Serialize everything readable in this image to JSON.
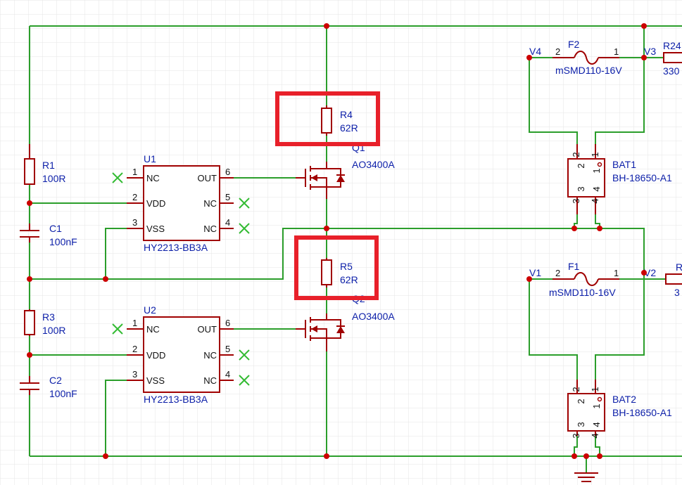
{
  "colors": {
    "wire": "#2b9e2b",
    "component": "#a00000",
    "junction": "#cc0000",
    "label": "#0b1ea8",
    "highlight": "#e8202a",
    "grid": "#e6e6e6"
  },
  "resistors": [
    {
      "ref": "R1",
      "value": "100R"
    },
    {
      "ref": "R3",
      "value": "100R"
    },
    {
      "ref": "R4",
      "value": "62R"
    },
    {
      "ref": "R5",
      "value": "62R"
    },
    {
      "ref": "R24",
      "value": "330"
    },
    {
      "ref": "R",
      "value": "3"
    }
  ],
  "capacitors": [
    {
      "ref": "C1",
      "value": "100nF"
    },
    {
      "ref": "C2",
      "value": "100nF"
    }
  ],
  "ics": [
    {
      "ref": "U1",
      "value": "HY2213-BB3A",
      "pins": {
        "nc1": "NC",
        "vdd": "VDD",
        "vss": "VSS",
        "out": "OUT",
        "nc5": "NC",
        "nc4": "NC"
      },
      "pin_numbers": {
        "p1": "1",
        "p2": "2",
        "p3": "3",
        "p4": "4",
        "p5": "5",
        "p6": "6"
      }
    },
    {
      "ref": "U2",
      "value": "HY2213-BB3A",
      "pins": {
        "nc1": "NC",
        "vdd": "VDD",
        "vss": "VSS",
        "out": "OUT",
        "nc5": "NC",
        "nc4": "NC"
      },
      "pin_numbers": {
        "p1": "1",
        "p2": "2",
        "p3": "3",
        "p4": "4",
        "p5": "5",
        "p6": "6"
      }
    }
  ],
  "mosfets": [
    {
      "ref": "Q1",
      "value": "AO3400A"
    },
    {
      "ref": "Q2",
      "value": "AO3400A"
    }
  ],
  "fuses": [
    {
      "ref": "F2",
      "value": "mSMD110-16V",
      "net_left": "V4",
      "net_right": "V3",
      "pin_left": "2",
      "pin_right": "1"
    },
    {
      "ref": "F1",
      "value": "mSMD110-16V",
      "net_left": "V1",
      "net_right": "V2",
      "pin_left": "2",
      "pin_right": "1"
    }
  ],
  "batteries": [
    {
      "ref": "BAT1",
      "value": "BH-18650-A1",
      "pins": [
        "1",
        "2",
        "3",
        "4"
      ]
    },
    {
      "ref": "BAT2",
      "value": "BH-18650-A1",
      "pins": [
        "1",
        "2",
        "3",
        "4"
      ]
    }
  ]
}
